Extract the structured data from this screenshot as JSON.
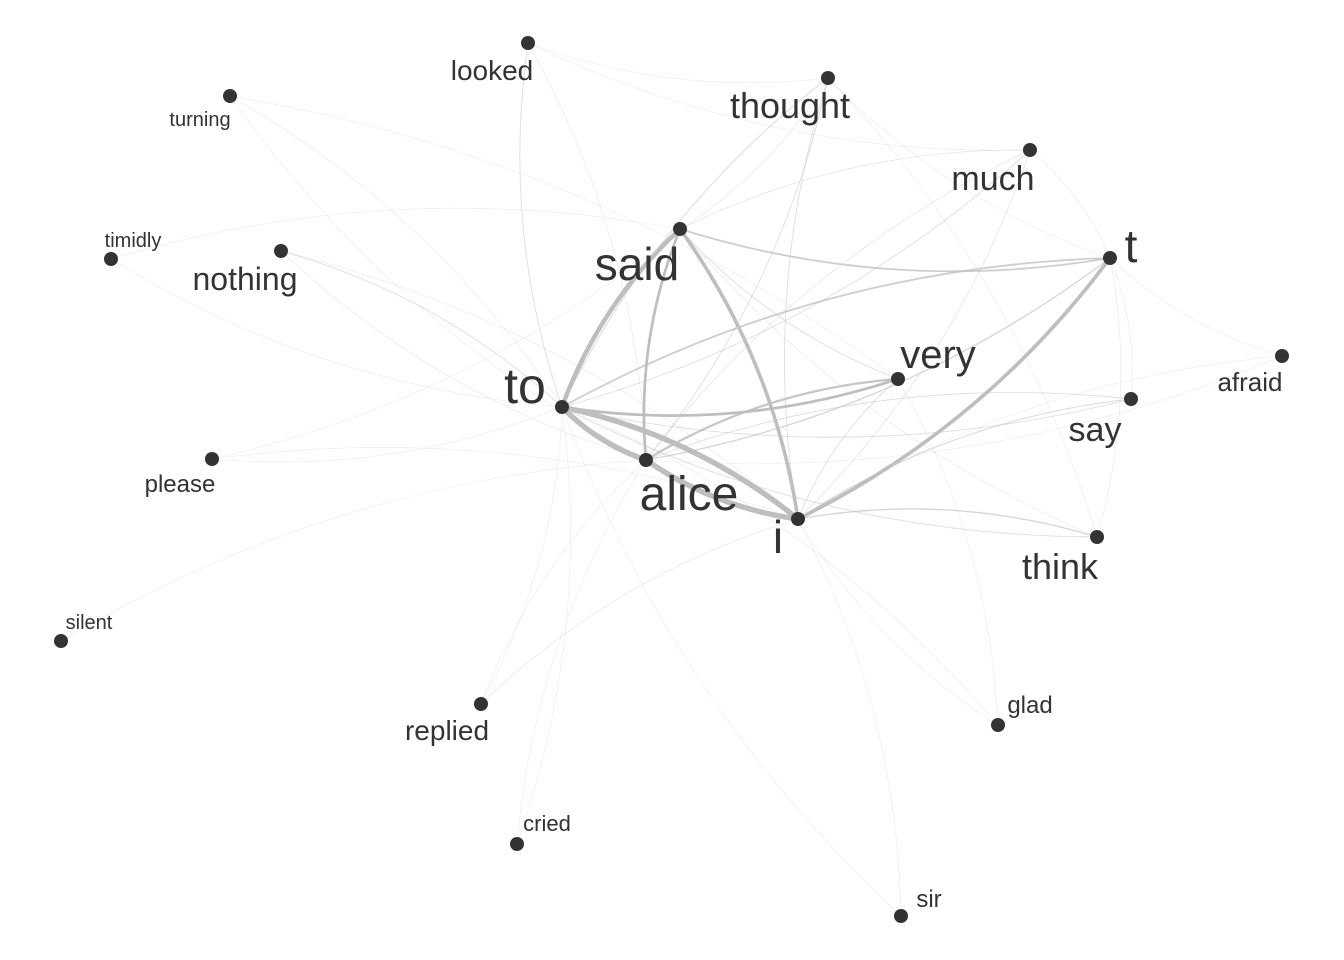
{
  "colors": {
    "node": "#333333",
    "edge": "#bebebe",
    "label": "#333333"
  },
  "nodes": [
    {
      "id": "looked"
    },
    {
      "id": "turning"
    },
    {
      "id": "thought"
    },
    {
      "id": "much"
    },
    {
      "id": "said"
    },
    {
      "id": "t"
    },
    {
      "id": "timidly"
    },
    {
      "id": "nothing"
    },
    {
      "id": "afraid"
    },
    {
      "id": "very"
    },
    {
      "id": "to"
    },
    {
      "id": "say"
    },
    {
      "id": "please"
    },
    {
      "id": "alice"
    },
    {
      "id": "i"
    },
    {
      "id": "think"
    },
    {
      "id": "silent"
    },
    {
      "id": "replied"
    },
    {
      "id": "glad"
    },
    {
      "id": "cried"
    },
    {
      "id": "sir"
    }
  ],
  "edges": [
    {
      "source": "to",
      "target": "said",
      "weight": 5
    },
    {
      "source": "to",
      "target": "alice",
      "weight": 6
    },
    {
      "source": "to",
      "target": "i",
      "weight": 6
    },
    {
      "source": "alice",
      "target": "i",
      "weight": 6
    },
    {
      "source": "said",
      "target": "i",
      "weight": 4
    },
    {
      "source": "said",
      "target": "alice",
      "weight": 3
    },
    {
      "source": "t",
      "target": "i",
      "weight": 4
    },
    {
      "source": "to",
      "target": "very",
      "weight": 3
    },
    {
      "source": "alice",
      "target": "very",
      "weight": 2.5
    },
    {
      "source": "said",
      "target": "t",
      "weight": 2
    },
    {
      "source": "to",
      "target": "t",
      "weight": 2
    },
    {
      "source": "alice",
      "target": "t",
      "weight": 1.5
    },
    {
      "source": "i",
      "target": "think",
      "weight": 1.5
    },
    {
      "source": "to",
      "target": "think",
      "weight": 1
    },
    {
      "source": "to",
      "target": "thought",
      "weight": 1.2
    },
    {
      "source": "alice",
      "target": "thought",
      "weight": 1
    },
    {
      "source": "i",
      "target": "thought",
      "weight": 1
    },
    {
      "source": "said",
      "target": "thought",
      "weight": 0.6
    },
    {
      "source": "said",
      "target": "much",
      "weight": 0.8
    },
    {
      "source": "to",
      "target": "much",
      "weight": 1
    },
    {
      "source": "alice",
      "target": "much",
      "weight": 0.8
    },
    {
      "source": "i",
      "target": "much",
      "weight": 0.8
    },
    {
      "source": "i",
      "target": "say",
      "weight": 1.2
    },
    {
      "source": "to",
      "target": "say",
      "weight": 1
    },
    {
      "source": "alice",
      "target": "say",
      "weight": 1
    },
    {
      "source": "said",
      "target": "very",
      "weight": 1
    },
    {
      "source": "i",
      "target": "very",
      "weight": 1
    },
    {
      "source": "looked",
      "target": "to",
      "weight": 1
    },
    {
      "source": "looked",
      "target": "alice",
      "weight": 0.6
    },
    {
      "source": "looked",
      "target": "thought",
      "weight": 0.3
    },
    {
      "source": "nothing",
      "target": "to",
      "weight": 1
    },
    {
      "source": "nothing",
      "target": "alice",
      "weight": 0.6
    },
    {
      "source": "nothing",
      "target": "i",
      "weight": 0.4
    },
    {
      "source": "i",
      "target": "replied",
      "weight": 0.7
    },
    {
      "source": "to",
      "target": "replied",
      "weight": 0.3
    },
    {
      "source": "alice",
      "target": "replied",
      "weight": 0.3
    },
    {
      "source": "turning",
      "target": "to",
      "weight": 0.4
    },
    {
      "source": "turning",
      "target": "alice",
      "weight": 0.3
    },
    {
      "source": "turning",
      "target": "very",
      "weight": 0.2
    },
    {
      "source": "timidly",
      "target": "to",
      "weight": 0.3
    },
    {
      "source": "timidly",
      "target": "said",
      "weight": 0.2
    },
    {
      "source": "please",
      "target": "to",
      "weight": 0.3
    },
    {
      "source": "please",
      "target": "i",
      "weight": 0.3
    },
    {
      "source": "please",
      "target": "said",
      "weight": 0.2
    },
    {
      "source": "silent",
      "target": "alice",
      "weight": 0.2
    },
    {
      "source": "cried",
      "target": "to",
      "weight": 0.2
    },
    {
      "source": "cried",
      "target": "alice",
      "weight": 0.2
    },
    {
      "source": "sir",
      "target": "i",
      "weight": 0.3
    },
    {
      "source": "sir",
      "target": "to",
      "weight": 0.2
    },
    {
      "source": "glad",
      "target": "to",
      "weight": 0.3
    },
    {
      "source": "glad",
      "target": "i",
      "weight": 0.3
    },
    {
      "source": "glad",
      "target": "very",
      "weight": 0.2
    },
    {
      "source": "afraid",
      "target": "t",
      "weight": 0.3
    },
    {
      "source": "afraid",
      "target": "i",
      "weight": 0.2
    },
    {
      "source": "afraid",
      "target": "alice",
      "weight": 0.2
    },
    {
      "source": "think",
      "target": "t",
      "weight": 0.5
    },
    {
      "source": "think",
      "target": "said",
      "weight": 0.5
    },
    {
      "source": "say",
      "target": "t",
      "weight": 0.5
    },
    {
      "source": "much",
      "target": "t",
      "weight": 0.4
    },
    {
      "source": "thought",
      "target": "t",
      "weight": 0.3
    },
    {
      "source": "thought",
      "target": "think",
      "weight": 0.3
    },
    {
      "source": "looked",
      "target": "much",
      "weight": 0.2
    }
  ]
}
